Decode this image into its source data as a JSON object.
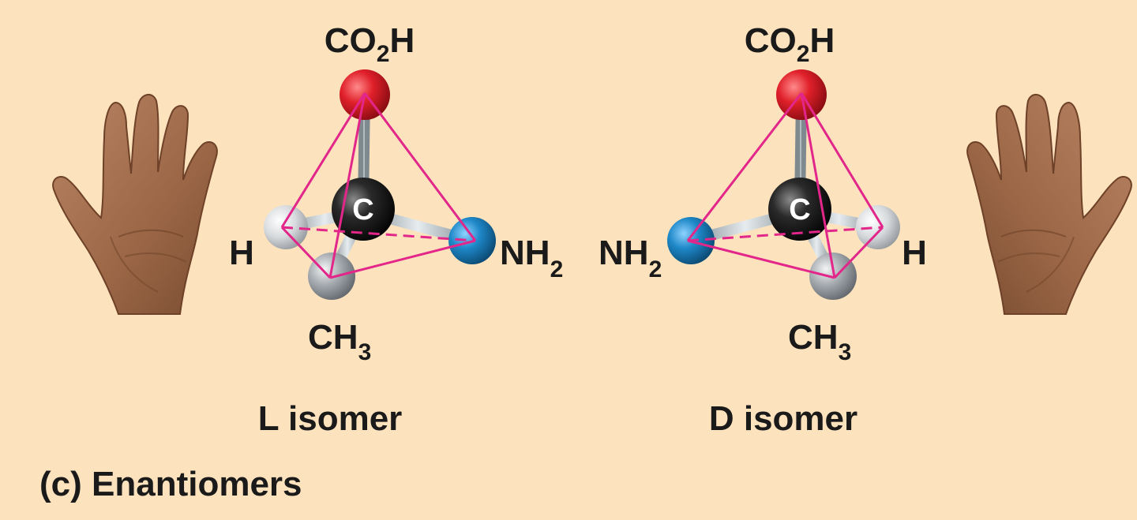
{
  "left": {
    "top_label": "CO2H",
    "top_label_main": "CO",
    "top_label_sub": "2",
    "top_label_end": "H",
    "left_label": "H",
    "right_label_main": "NH",
    "right_label_sub": "2",
    "bottom_label_main": "CH",
    "bottom_label_sub": "3",
    "center_atom": "C",
    "caption": "L isomer"
  },
  "right": {
    "top_label_main": "CO",
    "top_label_sub": "2",
    "top_label_end": "H",
    "left_label_main": "NH",
    "left_label_sub": "2",
    "right_label": "H",
    "bottom_label_main": "CH",
    "bottom_label_sub": "3",
    "center_atom": "C",
    "caption": "D isomer"
  },
  "figure_caption": "(c) Enantiomers",
  "colors": {
    "background": "#fde3bd",
    "oxygen": "#d8202a",
    "carbon": "#222222",
    "nitrogen": "#1e88c8",
    "hydrogen": "#c9cdd2",
    "methyl": "#9aa0a6",
    "tetrahedron": "#e2268a",
    "skin": "#9b6a4a"
  },
  "icons": [
    "left-hand-icon",
    "right-hand-icon"
  ]
}
